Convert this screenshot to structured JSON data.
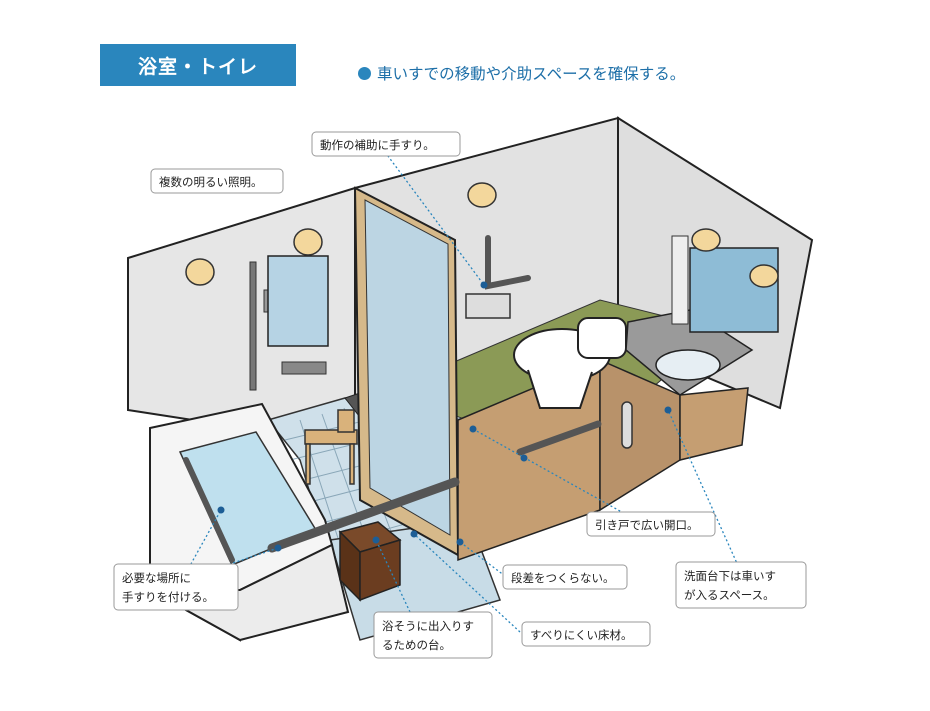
{
  "header": {
    "title": "浴室・トイレ",
    "headline": "車いすでの移動や介助スペースを確保する。"
  },
  "callouts": {
    "handrail_assist": "動作の補助に手すり。",
    "lighting": "複数の明るい照明。",
    "sliding_door": "引き戸で広い開口。",
    "handrail_place": [
      "必要な場所に",
      "手すりを付ける。"
    ],
    "no_step": "段差をつくらない。",
    "washstand": [
      "洗面台下は車いす",
      "が入るスペース。"
    ],
    "bath_stool": [
      "浴そうに出入りす",
      "るための台。"
    ],
    "nonslip_floor": "すべりにくい床材。"
  },
  "colors": {
    "accent": "#2a86bd",
    "headline": "#1d6fa8",
    "wall": "#e3e3e3",
    "tile": "#cfe0ea",
    "toilet_floor": "#8b9a56",
    "cabinet": "#c59e72",
    "door_glass": "#bcd5e3"
  }
}
